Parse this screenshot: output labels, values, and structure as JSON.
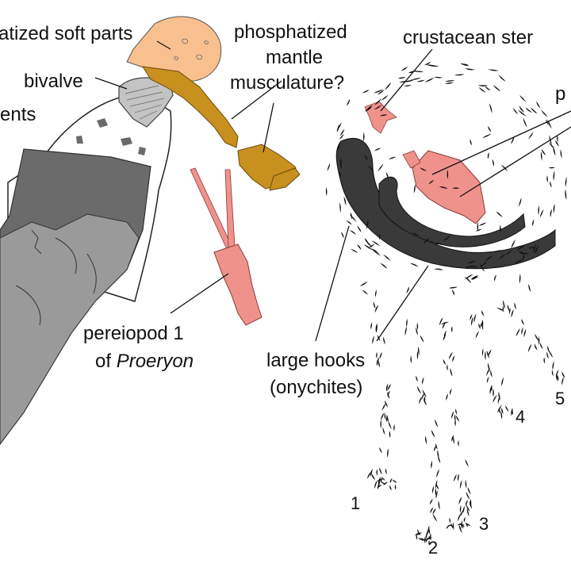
{
  "colors": {
    "orange_soft": "#f9c08f",
    "ochre": "#c8901e",
    "pink": "#f0928c",
    "dark_gray": "#6b6b6b",
    "mid_gray": "#9a9a9a",
    "light_gray": "#c4c4c4",
    "hook_dark": "#3a3a3a",
    "black": "#111111"
  },
  "labels": {
    "soft_parts": "atized soft parts",
    "bivalve": "bivalve",
    "fragments": "ents",
    "mantle_line1": "phosphatized",
    "mantle_line2": "mantle",
    "mantle_line3": "musculature?",
    "crustacean": "crustacean ster",
    "right_cut": "p",
    "pereiopod_line1": "pereiopod 1",
    "pereiopod_line2_prefix": "of ",
    "pereiopod_line2_genus": "Proeryon",
    "hooks_line1": "large hooks",
    "hooks_line2": "(onychites)"
  },
  "arm_numbers": [
    "1",
    "2",
    "3",
    "4",
    "5"
  ]
}
